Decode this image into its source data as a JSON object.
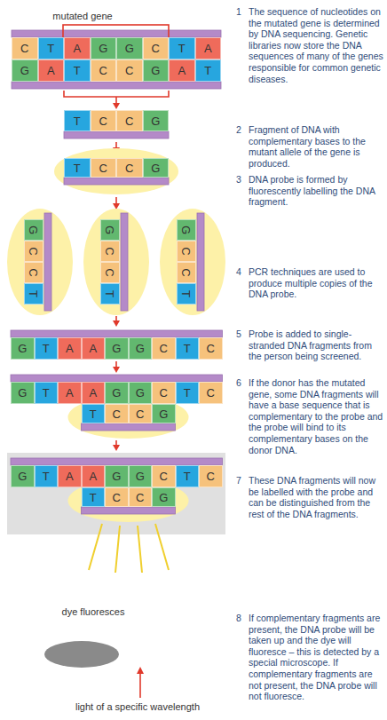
{
  "diagram": {
    "labels": [
      "mutated gene",
      "1",
      "The sequence of nucleotides on the mutated gene is determined by DNA sequencing. Genetic libraries now store the DNA sequences of many of the genes responsible for common genetic diseases.",
      "2",
      "Fragment of DNA with complementary bases to the mutant allele of the gene is produced.",
      "3",
      "DNA probe is formed by fluorescently labelling the DNA fragment.",
      "4",
      "PCR techniques are used to produce multiple copies of the DNA probe.",
      "5",
      "Probe is added to single-stranded DNA fragments from the person being screened.",
      "6",
      "If the donor has the mutated gene, some DNA fragments will have a base sequence that is complementary to the probe and the probe will bind to its complementary bases on the donor DNA.",
      "7",
      "These DNA fragments will now be labelled with the probe and can be distinguished from the rest of the DNA fragments.",
      "8",
      "If complementary fragments are present, the DNA probe will be taken up and the dye will fluoresce – this is detected by a special microscope. If complementary fragments are not present, the DNA probe will not fluoresce.",
      "C",
      "T",
      "A",
      "G",
      "G",
      "C",
      "T",
      "A",
      "G",
      "A",
      "T",
      "C",
      "C",
      "G",
      "A",
      "T",
      "T",
      "C",
      "C",
      "G",
      "T",
      "C",
      "C",
      "G",
      "G",
      "C",
      "C",
      "T",
      "G",
      "C",
      "C",
      "T",
      "G",
      "C",
      "C",
      "T",
      "G",
      "T",
      "A",
      "A",
      "G",
      "G",
      "C",
      "T",
      "C",
      "G",
      "T",
      "A",
      "A",
      "G",
      "G",
      "C",
      "T",
      "C",
      "T",
      "C",
      "C",
      "G",
      "G",
      "T",
      "A",
      "A",
      "G",
      "G",
      "C",
      "T",
      "C",
      "T",
      "C",
      "C",
      "G",
      "dye fluoresces",
      "light of a specific wavelength"
    ]
  }
}
